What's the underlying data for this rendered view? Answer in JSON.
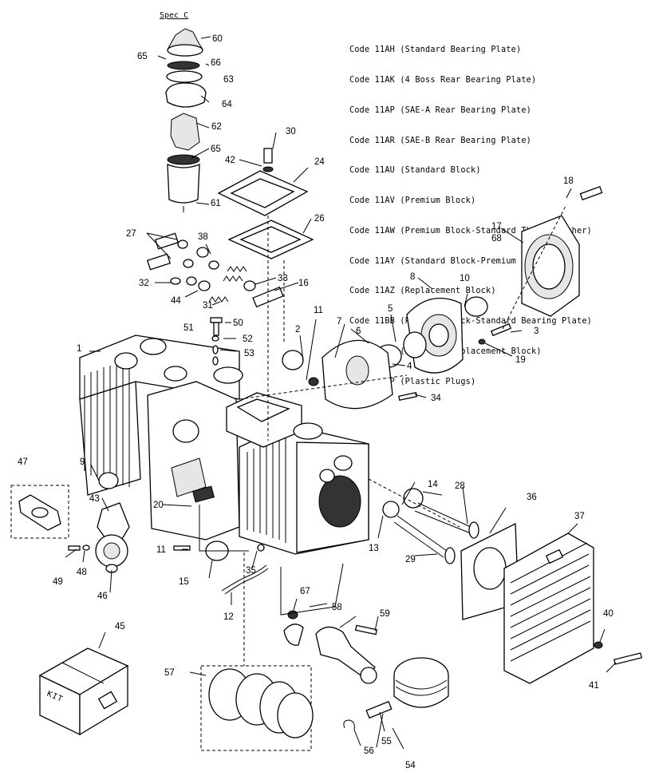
{
  "spec_label": "Spec C",
  "codes": [
    "Code 11AH (Standard Bearing Plate)",
    "Code 11AK (4 Boss Rear Bearing Plate)",
    "Code 11AP (SAE-A Rear Bearing Plate)",
    "Code 11AR (SAE-B Rear Bearing Plate)",
    "Code 11AU (Standard Block)",
    "Code 11AV (Premium Block)",
    "Code 11AW (Premium Block-Standard Thrust Washer)",
    "Code 11AY (Standard Block-Premium Head)",
    "Code 11AZ (Replacement Block)",
    "Code 11BB (Premium Block-Standard Bearing Plate)",
    "Code 11BC (M Series Replacement Block)",
    "Code 11PP (Plastic Plugs)"
  ],
  "kit_label": "KIT",
  "callouts": {
    "c60": "60",
    "c65a": "65",
    "c66": "66",
    "c63": "63",
    "c64": "64",
    "c62": "62",
    "c65b": "65",
    "c61": "61",
    "c30": "30",
    "c42": "42",
    "c24": "24",
    "c26": "26",
    "c27": "27",
    "c38": "38",
    "c32": "32",
    "c33": "33",
    "c16": "16",
    "c44": "44",
    "c31": "31",
    "c11a": "11",
    "c8": "8",
    "c10": "10",
    "c18": "18",
    "c17": "17",
    "c68": "68",
    "c5": "5",
    "c7": "7",
    "c6": "6",
    "c3": "3",
    "c2": "2",
    "c51": "51",
    "c50": "50",
    "c52": "52",
    "c53": "53",
    "c1": "1",
    "c4": "4",
    "c19": "19",
    "c34": "34",
    "c9": "9",
    "c47": "47",
    "c43": "43",
    "c20": "20",
    "c14": "14",
    "c28": "28",
    "c36": "36",
    "c37": "37",
    "c11b": "11",
    "c13": "13",
    "c29": "29",
    "c15": "15",
    "c35": "35",
    "c49": "49",
    "c48": "48",
    "c46": "46",
    "c12": "12",
    "c67": "67",
    "c58": "58",
    "c59": "59",
    "c40": "40",
    "c45": "45",
    "c41": "41",
    "c57": "57",
    "c55": "55",
    "c56": "56",
    "c54": "54"
  }
}
